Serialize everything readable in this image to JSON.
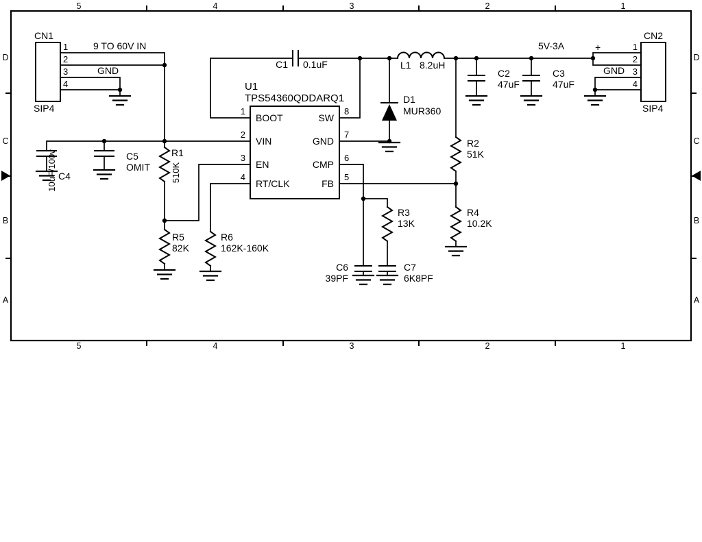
{
  "sheet": {
    "cols": [
      "5",
      "4",
      "3",
      "2",
      "1"
    ],
    "rows": [
      "D",
      "C",
      "B",
      "A"
    ]
  },
  "nets": {
    "input": "9 TO 60V IN",
    "gnd_left": "GND",
    "output": "5V-3A",
    "plus": "+",
    "gnd_right": "GND"
  },
  "cn1": {
    "ref": "CN1",
    "footprint": "SIP4",
    "pins": [
      "1",
      "2",
      "3",
      "4"
    ]
  },
  "cn2": {
    "ref": "CN2",
    "footprint": "SIP4",
    "pins": [
      "1",
      "2",
      "3",
      "4"
    ]
  },
  "u1": {
    "ref": "U1",
    "part": "TPS54360QDDARQ1",
    "pins_left": [
      {
        "n": "1",
        "name": "BOOT"
      },
      {
        "n": "2",
        "name": "VIN"
      },
      {
        "n": "3",
        "name": "EN"
      },
      {
        "n": "4",
        "name": "RT/CLK"
      }
    ],
    "pins_right": [
      {
        "n": "8",
        "name": "SW"
      },
      {
        "n": "7",
        "name": "GND"
      },
      {
        "n": "6",
        "name": "CMP"
      },
      {
        "n": "5",
        "name": "FB"
      }
    ]
  },
  "parts": {
    "c1": {
      "ref": "C1",
      "value": "0.1uF"
    },
    "c2": {
      "ref": "C2",
      "value": "47uF"
    },
    "c3": {
      "ref": "C3",
      "value": "47uF"
    },
    "c4": {
      "ref": "C4",
      "value": "10uF/100v"
    },
    "c5": {
      "ref": "C5",
      "value": "OMIT"
    },
    "c6": {
      "ref": "C6",
      "value": "39PF"
    },
    "c7": {
      "ref": "C7",
      "value": "6K8PF"
    },
    "d1": {
      "ref": "D1",
      "value": "MUR360"
    },
    "l1": {
      "ref": "L1",
      "value": "8.2uH"
    },
    "r1": {
      "ref": "R1",
      "value": "510K"
    },
    "r2": {
      "ref": "R2",
      "value": "51K"
    },
    "r3": {
      "ref": "R3",
      "value": "13K"
    },
    "r4": {
      "ref": "R4",
      "value": "10.2K"
    },
    "r5": {
      "ref": "R5",
      "value": "82K"
    },
    "r6": {
      "ref": "R6",
      "value": "162K-160K"
    }
  }
}
